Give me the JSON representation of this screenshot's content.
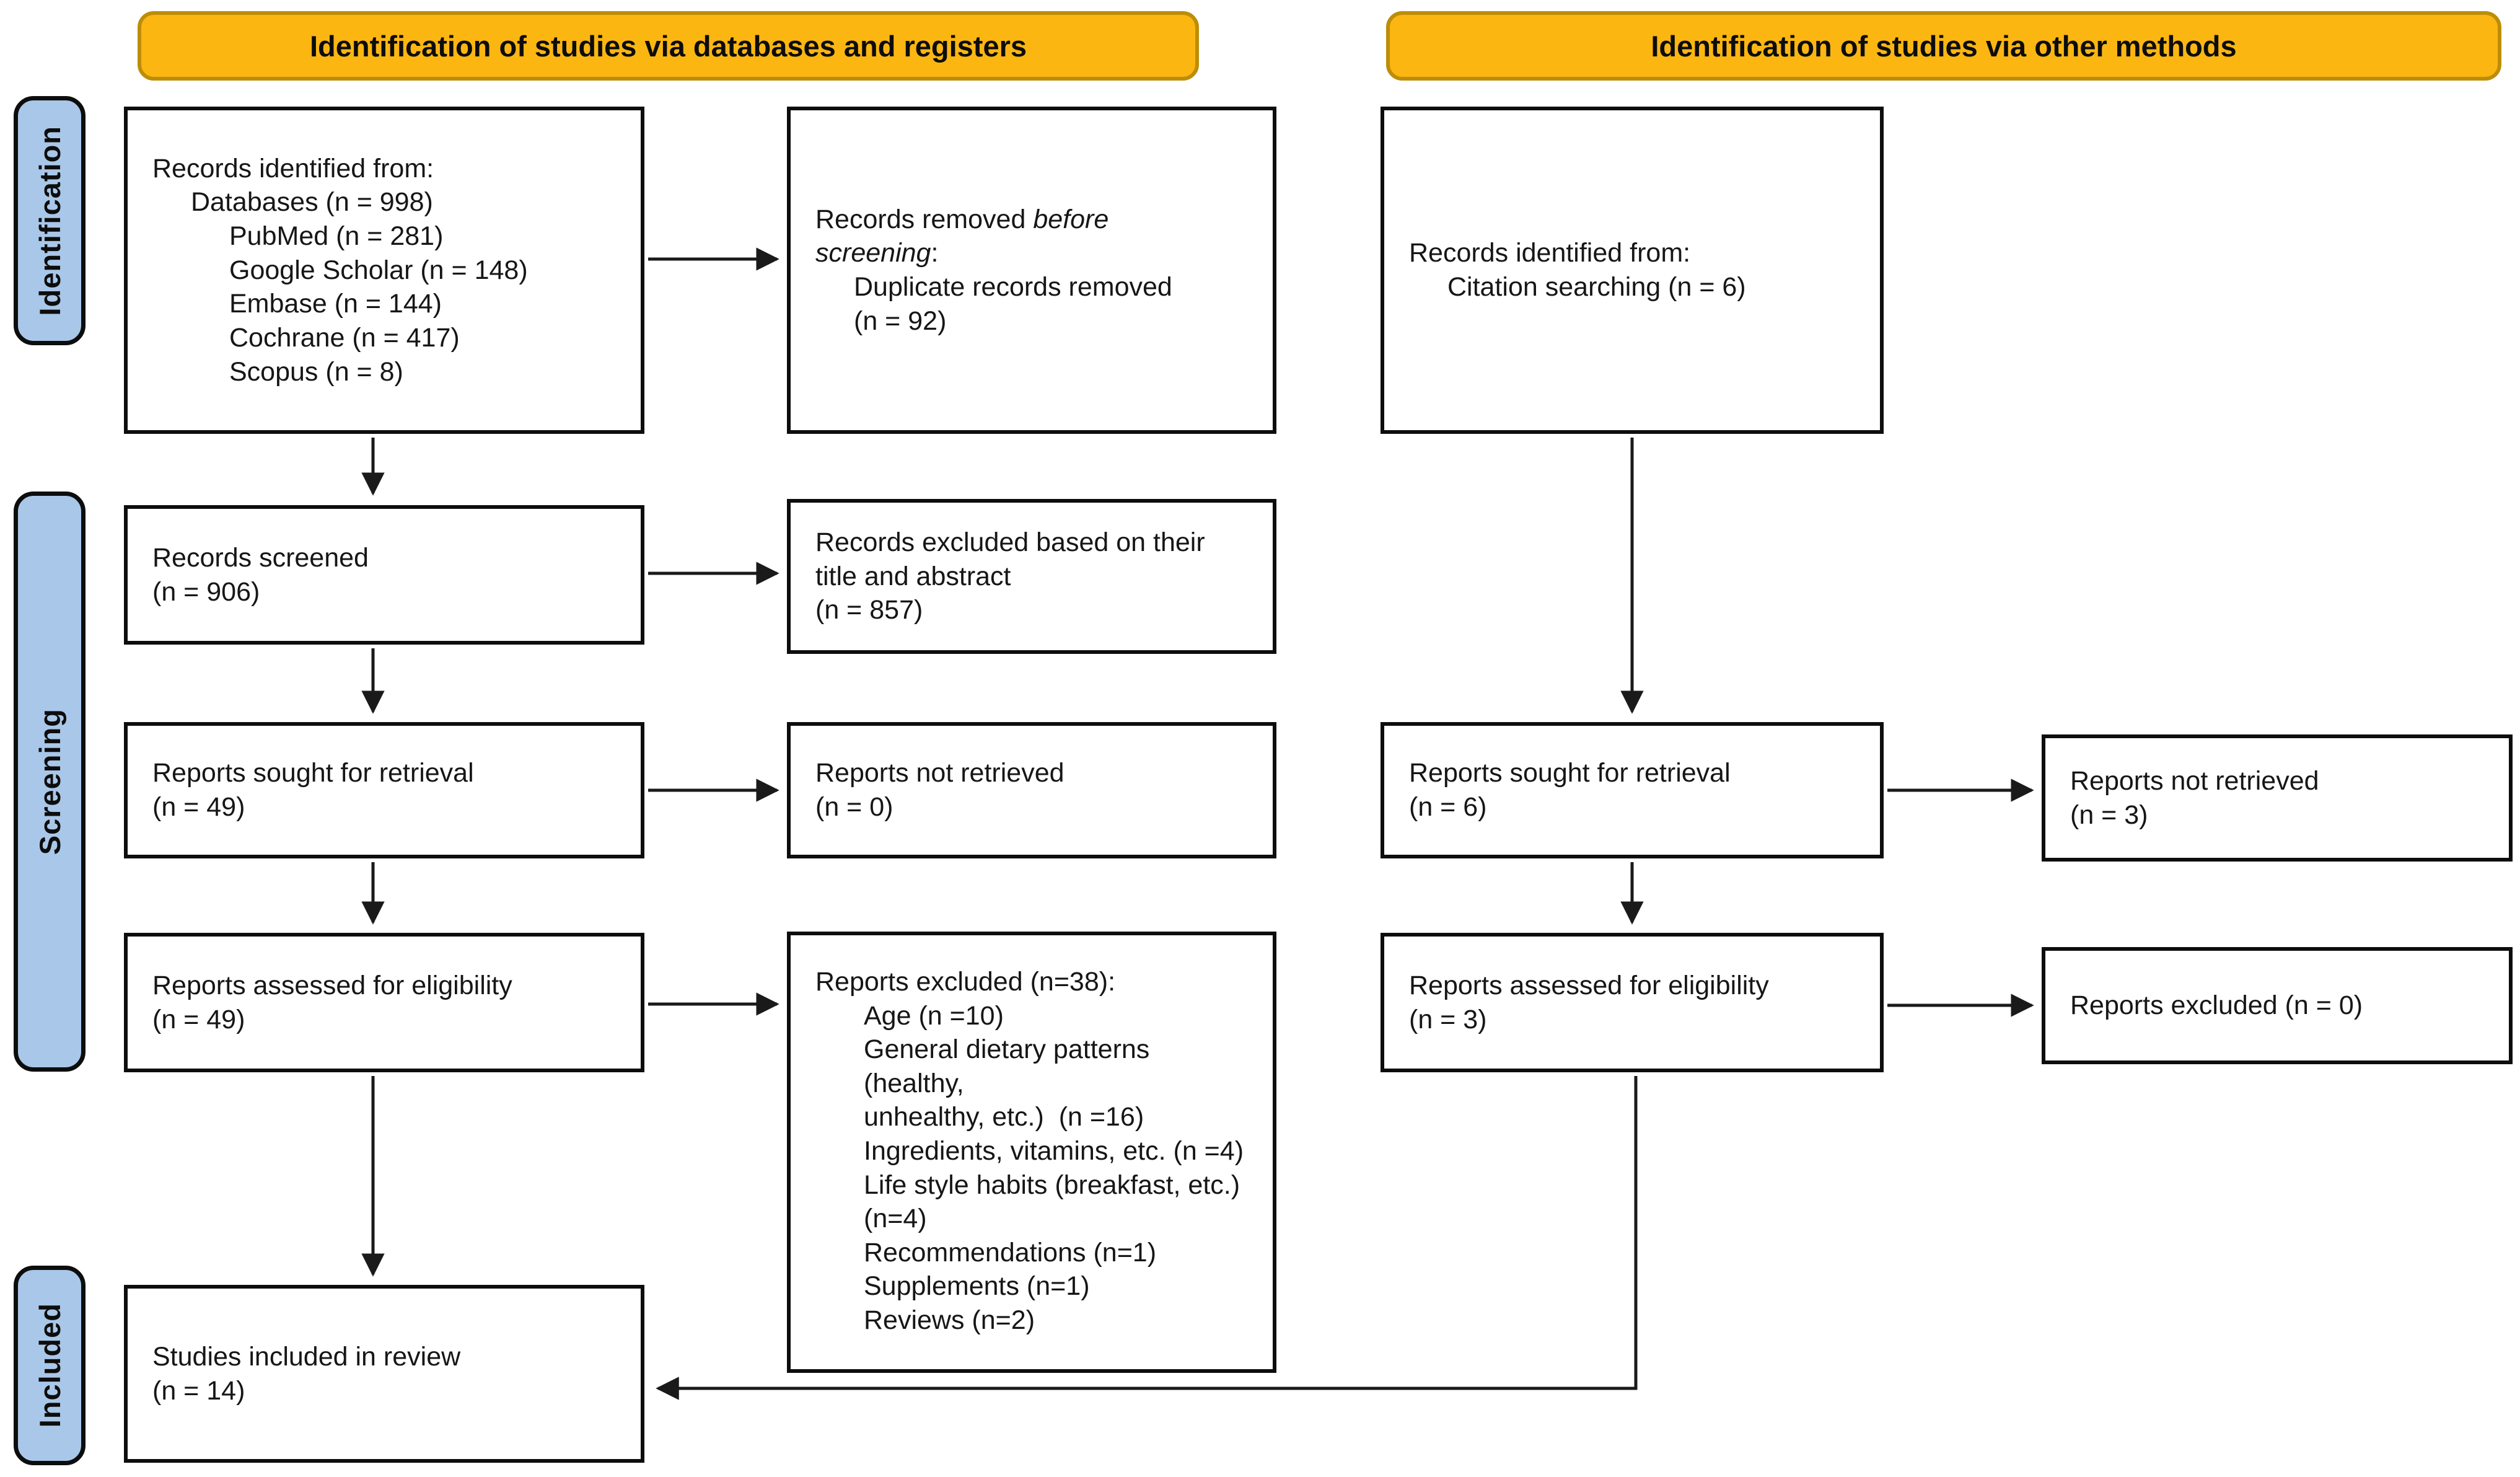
{
  "banners": {
    "left": "Identification of studies via databases and registers",
    "right": "Identification of studies via other methods"
  },
  "stages": {
    "identification": "Identification",
    "screening": "Screening",
    "included": "Included"
  },
  "boxes": {
    "records_identified_db": {
      "lines": [
        "Records identified from:",
        "Databases (n = 998)",
        "PubMed (n = 281)",
        "Google Scholar (n = 148)",
        "Embase (n = 144)",
        "Cochrane (n = 417)",
        "Scopus (n = 8)"
      ]
    },
    "records_removed": {
      "prefix": "Records removed ",
      "italic": "before\nscreening",
      "suffix": ":",
      "detail": "Duplicate records removed\n(n = 92)"
    },
    "records_identified_other": {
      "line1": "Records identified from:",
      "line2": "Citation searching (n = 6)"
    },
    "records_screened": {
      "line1": "Records screened",
      "line2": "(n = 906)"
    },
    "records_excluded_title_abstract": {
      "line1": "Records excluded based on their\ntitle and abstract",
      "line2": "(n = 857)"
    },
    "reports_sought_db": {
      "line1": "Reports sought for retrieval",
      "line2": "(n = 49)"
    },
    "reports_not_retrieved_db": {
      "line1": "Reports not retrieved",
      "line2": "(n = 0)"
    },
    "reports_sought_other": {
      "line1": "Reports sought for retrieval",
      "line2": "(n = 6)"
    },
    "reports_not_retrieved_other": {
      "line1": "Reports not retrieved",
      "line2": "(n = 3)"
    },
    "reports_assessed_db": {
      "line1": "Reports assessed for eligibility",
      "line2": "(n = 49)"
    },
    "reports_excluded_reasons": {
      "title": "Reports excluded (n=38):",
      "reasons": [
        "Age (n =10)",
        "General dietary patterns (healthy,\nunhealthy, etc.)  (n =16)",
        "Ingredients, vitamins, etc. (n =4)",
        "Life style habits (breakfast, etc.)\n(n=4)",
        "Recommendations (n=1)",
        "Supplements (n=1)",
        "Reviews (n=2)"
      ]
    },
    "reports_assessed_other": {
      "line1": "Reports assessed for eligibility",
      "line2": "(n = 3)"
    },
    "reports_excluded_other": {
      "line1": "Reports excluded (n = 0)"
    },
    "studies_included": {
      "line1": "Studies included in review",
      "line2": "(n = 14)"
    }
  },
  "colors": {
    "banner_fill": "#FBB612",
    "banner_border": "#BD8D07",
    "stage_fill": "#A9C7E8",
    "box_border": "#0d0d0d",
    "arrow": "#1a1a1a"
  }
}
